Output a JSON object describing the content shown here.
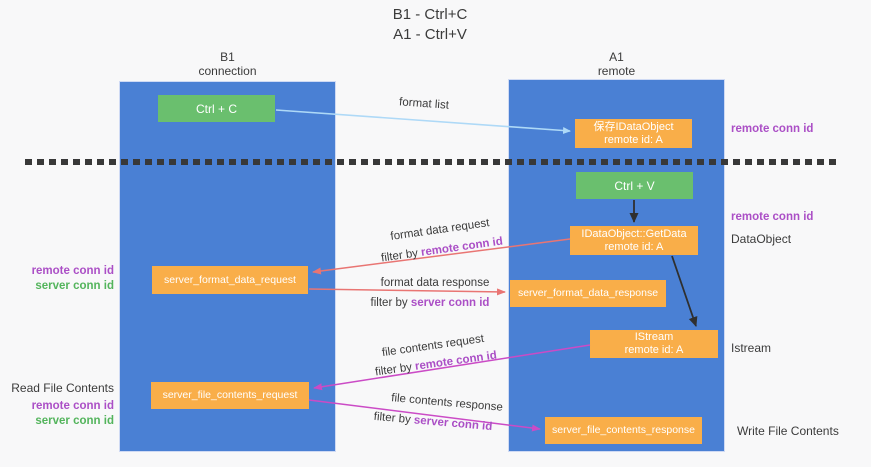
{
  "title": {
    "line1": "B1 - Ctrl+C",
    "line2": "A1 - Ctrl+V"
  },
  "lanes": {
    "left": {
      "title": "B1",
      "subtitle": "connection"
    },
    "right": {
      "title": "A1",
      "subtitle": "remote"
    }
  },
  "nodes": {
    "ctrl_c": {
      "label": "Ctrl + C"
    },
    "ctrl_v": {
      "label": "Ctrl + V"
    },
    "save_dataobject": {
      "line1": "保存IDataObject",
      "line2": "remote id: A"
    },
    "getdata": {
      "line1": "IDataObject::GetData",
      "line2": "remote id: A"
    },
    "istream": {
      "line1": "IStream",
      "line2": "remote id: A"
    },
    "format_request": {
      "label": "server_format_data_request"
    },
    "format_response": {
      "label": "server_format_data_response"
    },
    "file_request": {
      "label": "server_file_contents_request"
    },
    "file_response": {
      "label": "server_file_contents_response"
    }
  },
  "edges": {
    "format_list": "format list",
    "format_data_request": "format data request",
    "format_data_response": "format data response",
    "file_contents_request": "file contents request",
    "file_contents_response": "file contents response",
    "filter_by": "filter by"
  },
  "terms": {
    "remote_conn_id": "remote conn id",
    "server_conn_id": "server conn id"
  },
  "annotations": {
    "data_object": "DataObject",
    "istream": "Istream",
    "read_file_contents": "Read File Contents",
    "write_file_contents": "Write File Contents"
  },
  "colors": {
    "lane": "#4a80d4",
    "node_orange": "#f9ae49",
    "node_green": "#6abf6e",
    "arrow_blue": "#aed9f7",
    "arrow_black": "#2f2f2f",
    "arrow_red": "#e97573",
    "arrow_magenta": "#cb4bc6",
    "term_remote": "#ab4fc6",
    "term_server_green": "#53b45c"
  }
}
